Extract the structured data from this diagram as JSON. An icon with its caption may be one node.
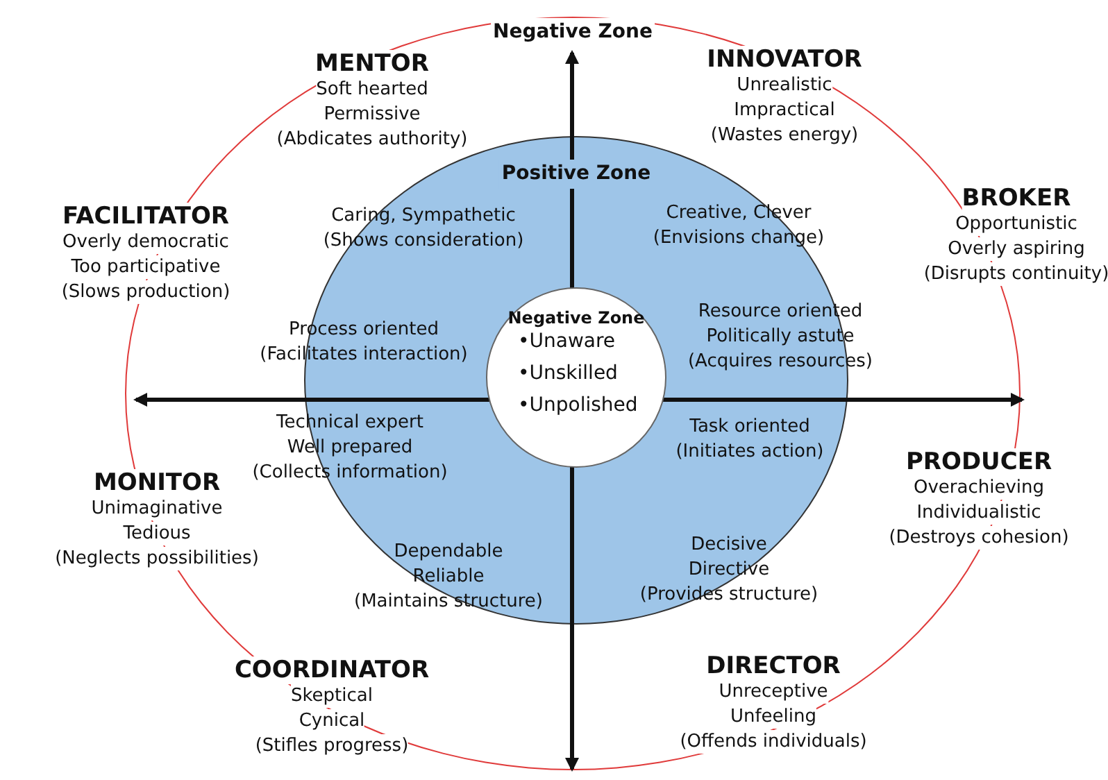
{
  "diagram": {
    "nodes": [
      {
        "text": [
          "Negative Zone"
        ]
      },
      {
        "text": [
          "Positive Zone"
        ],
        "in": 0
      },
      {
        "text": [
          "Negative Zone",
          "•Unaware",
          "•Unskilled",
          "•Unpolished"
        ],
        "in": 1
      }
    ],
    "labels": [
      "MENTOR",
      "Soft hearted",
      "Permissive",
      "(Abdicates authority)",
      "INNOVATOR",
      "Unrealistic",
      "Impractical",
      "(Wastes energy)",
      "FACILITATOR",
      "Overly democratic",
      "Too participative",
      "(Slows production)",
      "BROKER",
      "Opportunistic",
      "Overly aspiring",
      "(Disrupts continuity)",
      "Caring, Sympathetic",
      "(Shows consideration)",
      "Creative, Clever",
      "(Envisions change)",
      "Process oriented",
      "(Facilitates interaction)",
      "Resource oriented",
      "Politically astute",
      "(Acquires resources)",
      "Technical expert",
      "Well prepared",
      "(Collects information)",
      "Task oriented",
      "(Initiates action)",
      "MONITOR",
      "Unimaginative",
      "Tedious",
      "(Neglects possibilities)",
      "PRODUCER",
      "Overachieving",
      "Individualistic",
      "(Destroys cohesion)",
      "Dependable",
      "Reliable",
      "(Maintains structure)",
      "Decisive",
      "Directive",
      "(Provides structure)",
      "COORDINATOR",
      "Skeptical",
      "Cynical",
      "(Stifles progress)",
      "DIRECTOR",
      "Unreceptive",
      "Unfeeling",
      "(Offends individuals)"
    ]
  }
}
